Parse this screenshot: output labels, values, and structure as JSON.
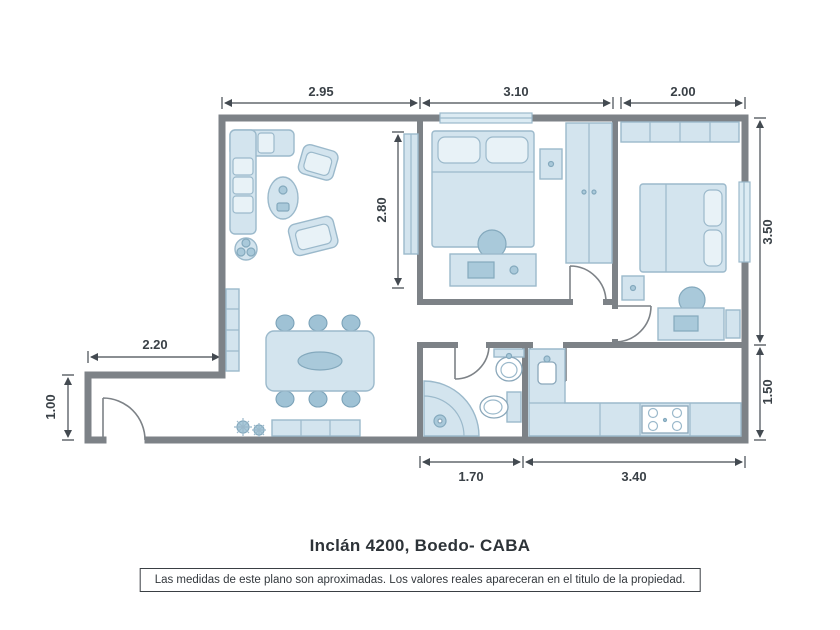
{
  "plan": {
    "title": "Inclán 4200, Boedo- CABA",
    "disclaimer": "Las medidas de este plano son aproximadas. Los valores reales apareceran en el titulo de la propiedad."
  },
  "dimensions": {
    "top_living": "2.95",
    "top_bedroom1": "3.10",
    "top_bedroom2": "2.00",
    "right_upper": "3.50",
    "right_lower": "1.50",
    "entry_width": "2.20",
    "entry_height": "1.00",
    "bedroom1_interior": "2.80",
    "bottom_bathroom": "1.70",
    "bottom_kitchen": "3.40"
  },
  "colors": {
    "wall": "#7d8287",
    "furniture_fill": "#d3e4ee",
    "furniture_dark": "#a9c9da",
    "dimension_text": "#3a4147",
    "title_text": "#2d3338"
  }
}
